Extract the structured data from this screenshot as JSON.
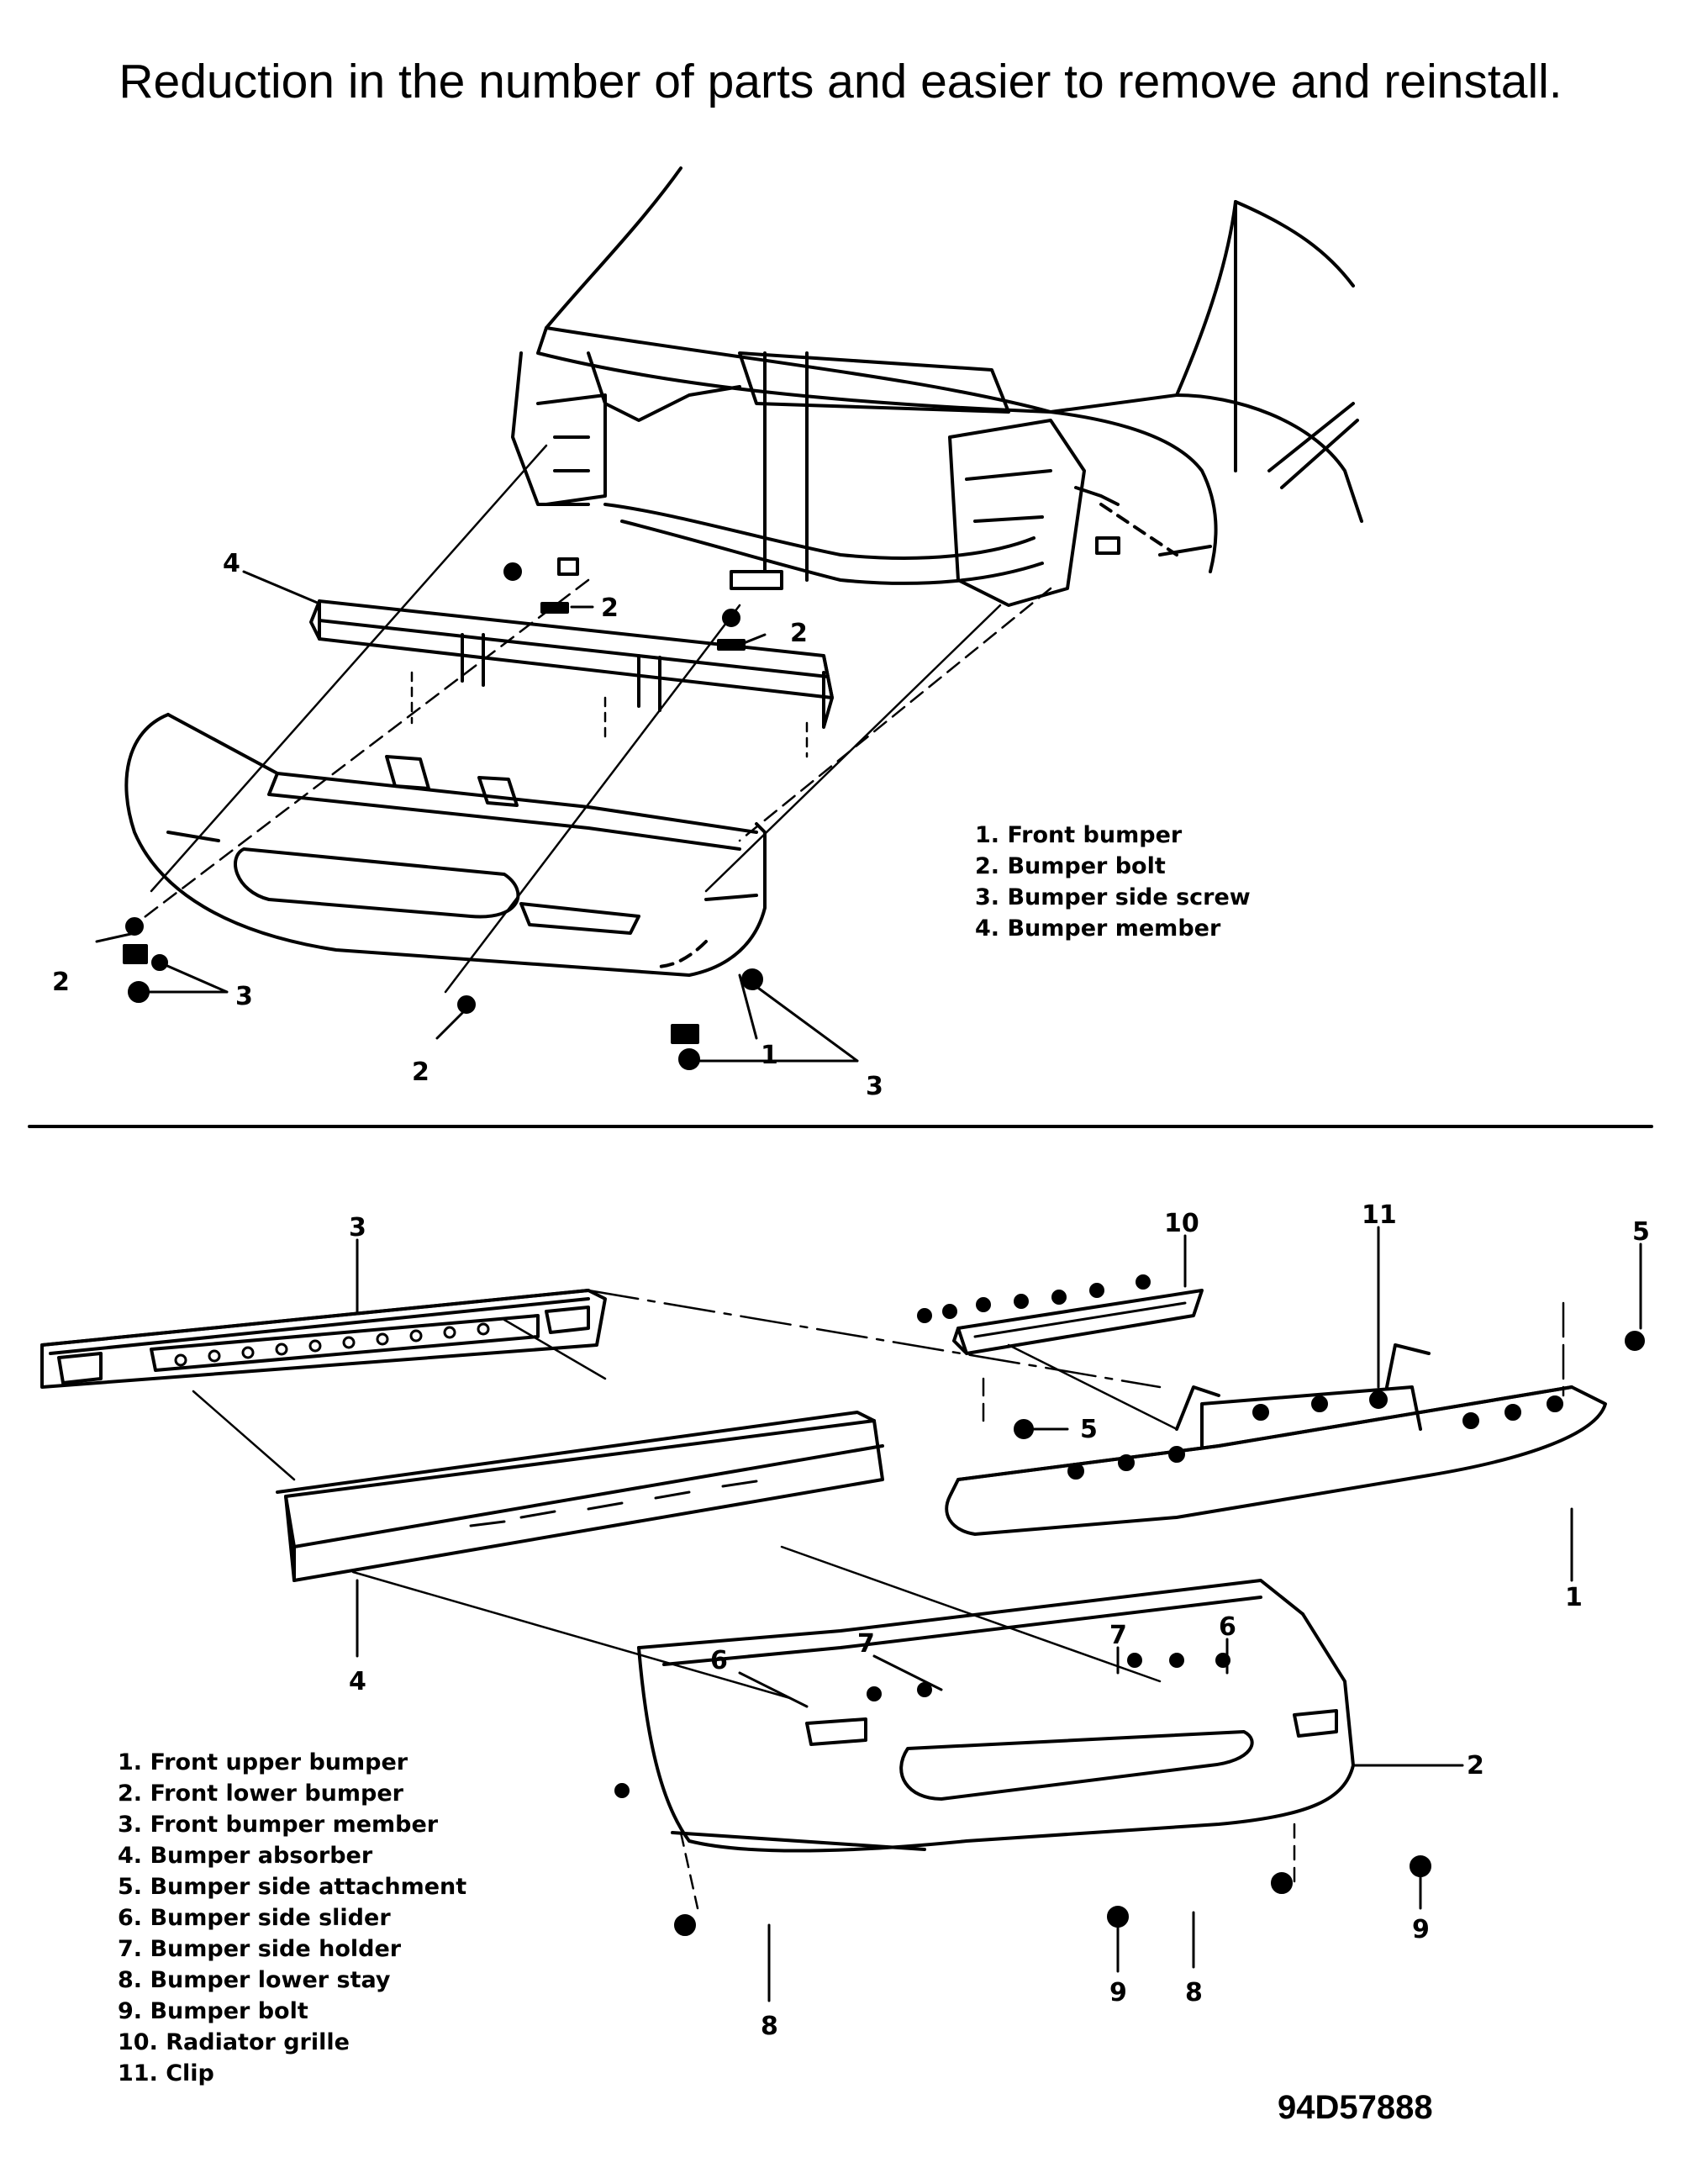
{
  "header": {
    "title": "Reduction in the number of parts and easier to remove and reinstall."
  },
  "upper_diagram": {
    "legend": [
      "1. Front bumper",
      "2. Bumper bolt",
      "3. Bumper side screw",
      "4. Bumper member"
    ],
    "callouts": [
      "4",
      "2",
      "2",
      "2",
      "3",
      "2",
      "1",
      "3"
    ]
  },
  "lower_diagram": {
    "legend": [
      "1. Front upper bumper",
      "2. Front lower bumper",
      "3. Front bumper member",
      "4. Bumper absorber",
      "5. Bumper side attachment",
      "6. Bumper side slider",
      "7. Bumper side holder",
      "8. Bumper lower stay",
      "9. Bumper bolt",
      "10. Radiator grille",
      "11. Clip"
    ],
    "callouts": [
      "3",
      "10",
      "11",
      "5",
      "5",
      "4",
      "1",
      "7",
      "6",
      "6",
      "7",
      "2",
      "9",
      "9",
      "8",
      "8"
    ]
  },
  "figure_code": "94D57888"
}
